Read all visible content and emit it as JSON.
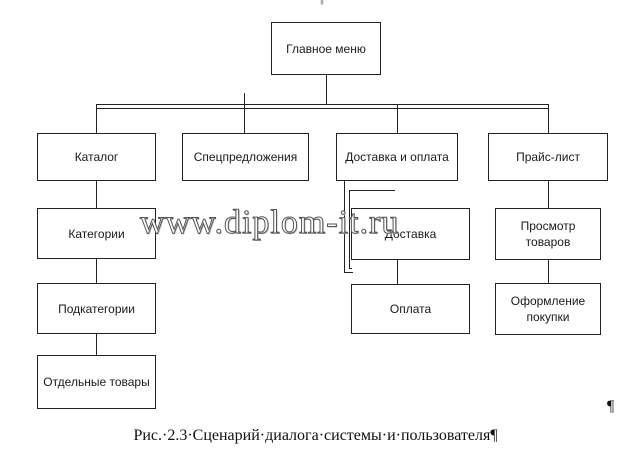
{
  "diagram": {
    "nodes": {
      "main_menu": "Главное меню",
      "catalog": "Каталог",
      "special_offers": "Спецпредложения",
      "delivery_payment": "Доставка и оплата",
      "price_list": "Прайс-лист",
      "categories": "Категории",
      "subcategories": "Подкатегории",
      "individual_products": "Отдельные товары",
      "delivery": "Доставка",
      "payment": "Оплата",
      "view_products": "Просмотр товаров",
      "checkout": "Оформление покупки"
    },
    "caption": "Рис.·2.3·Сценарий·диалога·системы·и·пользователя¶",
    "pilcrow_top": "¶",
    "pilcrow_right": "¶",
    "watermark": "www.diplom-it.ru"
  }
}
